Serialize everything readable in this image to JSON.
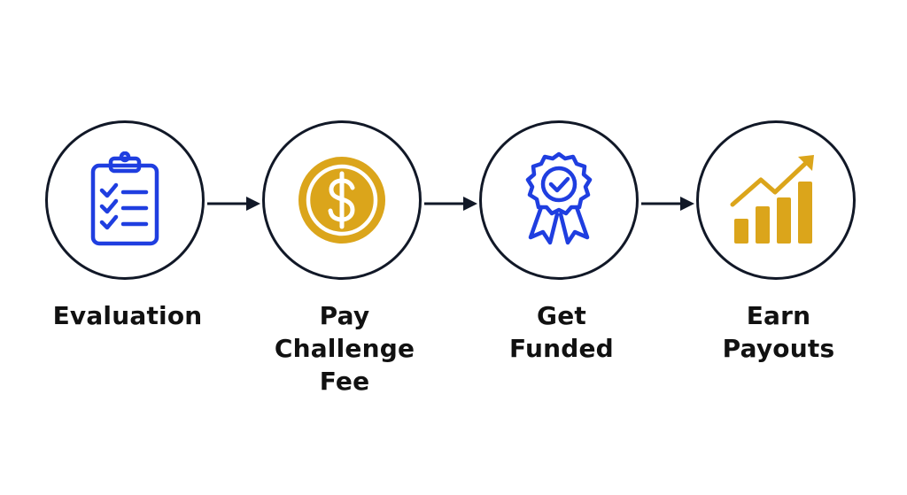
{
  "colors": {
    "ring": "#111827",
    "blue": "#1f3ee0",
    "gold": "#dba51b",
    "arrow": "#111827"
  },
  "steps": [
    {
      "icon": "clipboard-checklist-icon",
      "label_lines": [
        "Evaluation"
      ]
    },
    {
      "icon": "dollar-coin-icon",
      "label_lines": [
        "Pay",
        "Challenge",
        "Fee"
      ]
    },
    {
      "icon": "award-badge-icon",
      "label_lines": [
        "Get",
        "Funded"
      ]
    },
    {
      "icon": "growth-chart-icon",
      "label_lines": [
        "Earn",
        "Payouts"
      ]
    }
  ]
}
